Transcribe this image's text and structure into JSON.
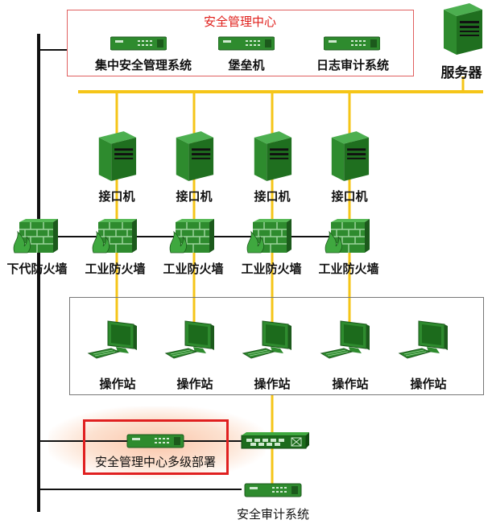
{
  "security_center": {
    "title": "安全管理中心",
    "items": [
      {
        "label": "集中安全管理系统"
      },
      {
        "label": "堡垒机"
      },
      {
        "label": "日志审计系统"
      }
    ]
  },
  "server": {
    "label": "服务器"
  },
  "interfaces": [
    {
      "label": "接口机"
    },
    {
      "label": "接口机"
    },
    {
      "label": "接口机"
    },
    {
      "label": "接口机"
    }
  ],
  "firewalls": [
    {
      "label": "下代防火墙"
    },
    {
      "label": "工业防火墙"
    },
    {
      "label": "工业防火墙"
    },
    {
      "label": "工业防火墙"
    },
    {
      "label": "工业防火墙"
    }
  ],
  "workstations": [
    {
      "label": "操作站"
    },
    {
      "label": "操作站"
    },
    {
      "label": "操作站"
    },
    {
      "label": "操作站"
    },
    {
      "label": "操作站"
    }
  ],
  "multilevel": {
    "label": "安全管理中心多级部署"
  },
  "audit": {
    "label": "安全审计系统"
  },
  "colors": {
    "device_green": "#2e8b2e",
    "device_dark": "#1c5a1c",
    "wire_yellow": "#f5c518",
    "backbone": "#111111",
    "frame_red": "#e02020",
    "highlight_glow": "#f7a070"
  },
  "icons": {
    "rack_device": "rack-switch-icon",
    "server": "server-tower-icon",
    "firewall": "firewall-brick-icon",
    "workstation": "desktop-computer-icon",
    "switch": "network-switch-icon"
  }
}
